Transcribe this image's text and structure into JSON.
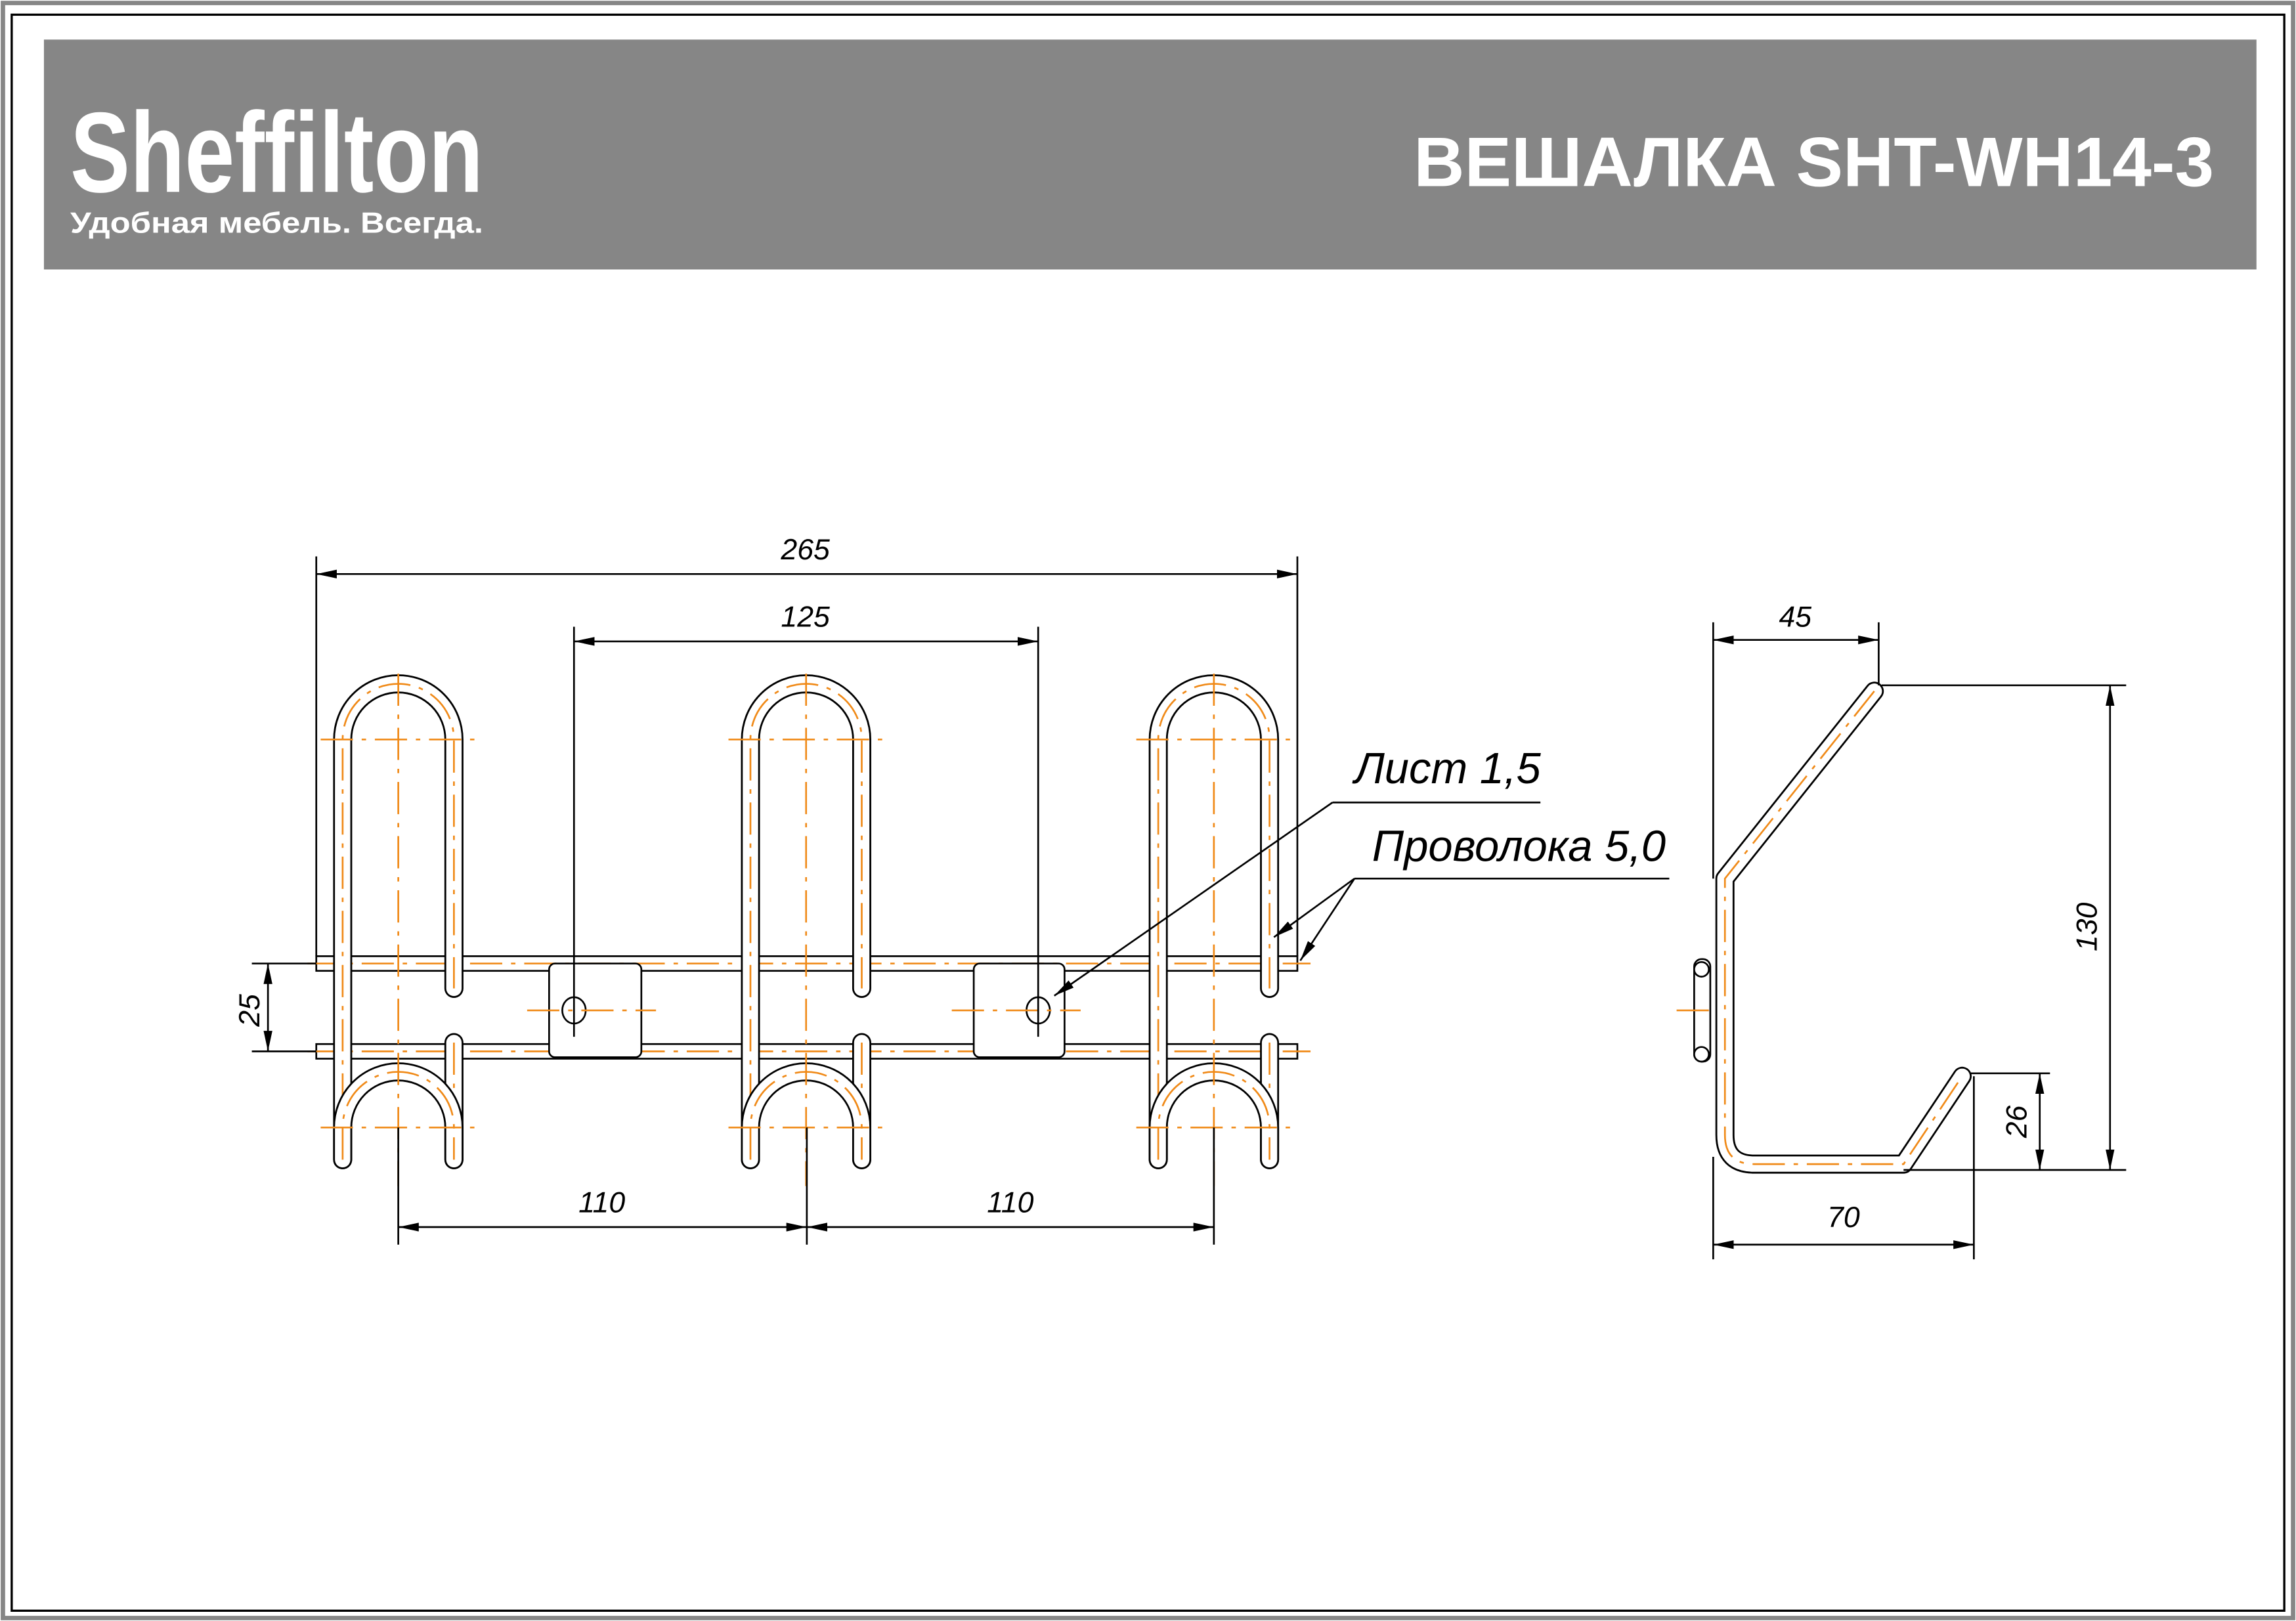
{
  "header": {
    "brand": "Sheffilton",
    "tagline": "Удобная мебель. Всегда.",
    "title": "ВЕШАЛКА SHT-WH14-3"
  },
  "front_view": {
    "dimensions": {
      "overall_width": "265",
      "mount_hole_spacing": "125",
      "bar_spacing": "25",
      "hook_spacing_left": "110",
      "hook_spacing_right": "110"
    },
    "hook_count": 3,
    "notes": {
      "sheet": "Лист 1,5",
      "wire": "Проволока 5,0"
    }
  },
  "side_view": {
    "dimensions": {
      "top_depth": "45",
      "height": "130",
      "lip_height": "26",
      "bottom_depth": "70"
    }
  },
  "colors": {
    "header_bg": "#868686",
    "axis_lines": "#f08a18",
    "outline": "#000000"
  }
}
